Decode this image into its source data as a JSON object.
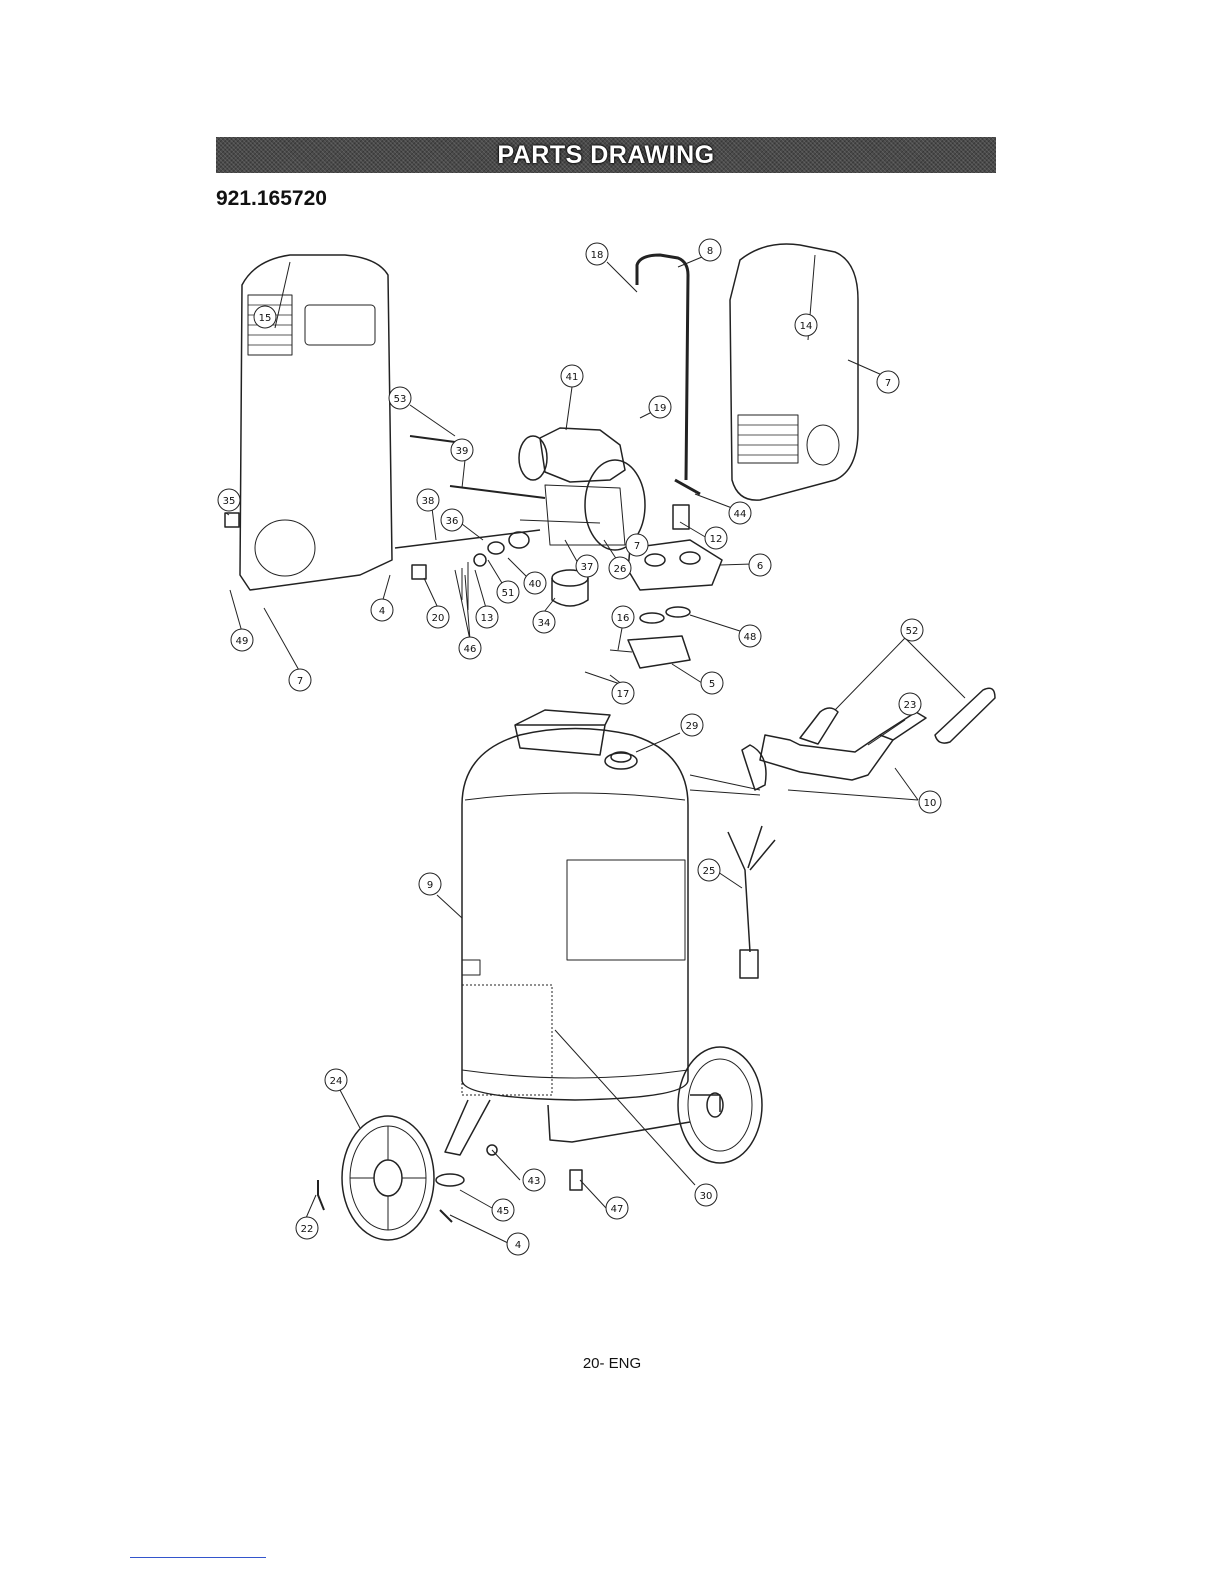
{
  "header": {
    "title": "PARTS DRAWING",
    "model": "921.165720"
  },
  "callouts": [
    "53",
    "39",
    "38",
    "36",
    "37",
    "26",
    "40",
    "51",
    "34",
    "20",
    "13",
    "46",
    "15",
    "35",
    "49",
    "4",
    "7",
    "18",
    "8",
    "14",
    "41",
    "19",
    "44",
    "12",
    "6",
    "48",
    "16",
    "5",
    "17",
    "52",
    "23",
    "29",
    "10",
    "9",
    "25",
    "24",
    "43",
    "45",
    "47",
    "30",
    "22"
  ],
  "footer": {
    "page": "20- ENG"
  }
}
